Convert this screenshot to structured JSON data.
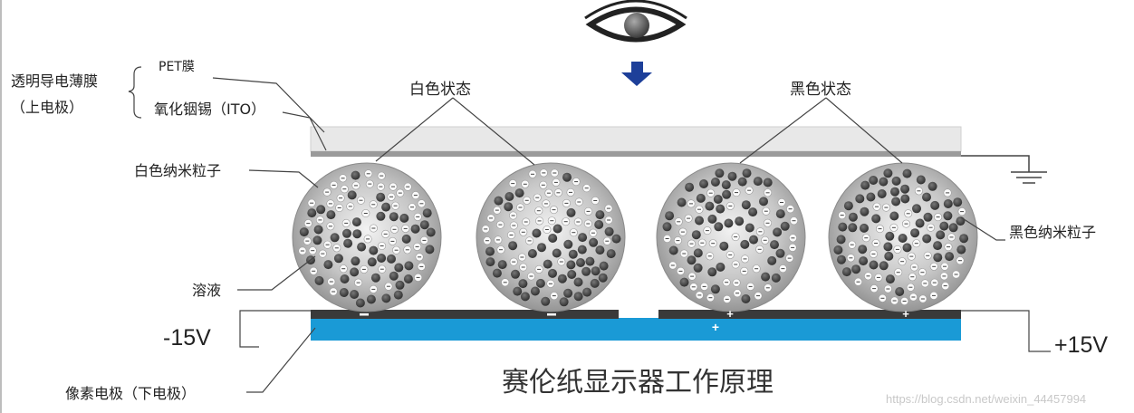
{
  "labels": {
    "transparent_film": "透明导电薄膜",
    "upper_electrode": "（上电极）",
    "pet_film": "PET膜",
    "ito": "氧化铟锡（ITO）",
    "white_state": "白色状态",
    "black_state": "黑色状态",
    "white_particles": "白色纳米粒子",
    "solution": "溶液",
    "black_particles": "黑色纳米粒子",
    "pixel_electrode": "像素电极（下电极）"
  },
  "voltages": {
    "left": "-15V",
    "right": "+15V"
  },
  "charges": {
    "negative": "−",
    "positive": "+"
  },
  "title": "赛伦纸显示器工作原理",
  "watermark": "https://blog.csdn.net/weixin_44457994",
  "colors": {
    "electrode_blue": "#1a9ad6",
    "arrow_blue": "#1d3f99",
    "dark_bar": "#3a3a3a",
    "film_gray": "#e6e6e6",
    "line": "#444444"
  },
  "icons": {
    "eye": "eye-icon",
    "arrow": "arrow-down-icon",
    "ground": "ground-icon"
  }
}
